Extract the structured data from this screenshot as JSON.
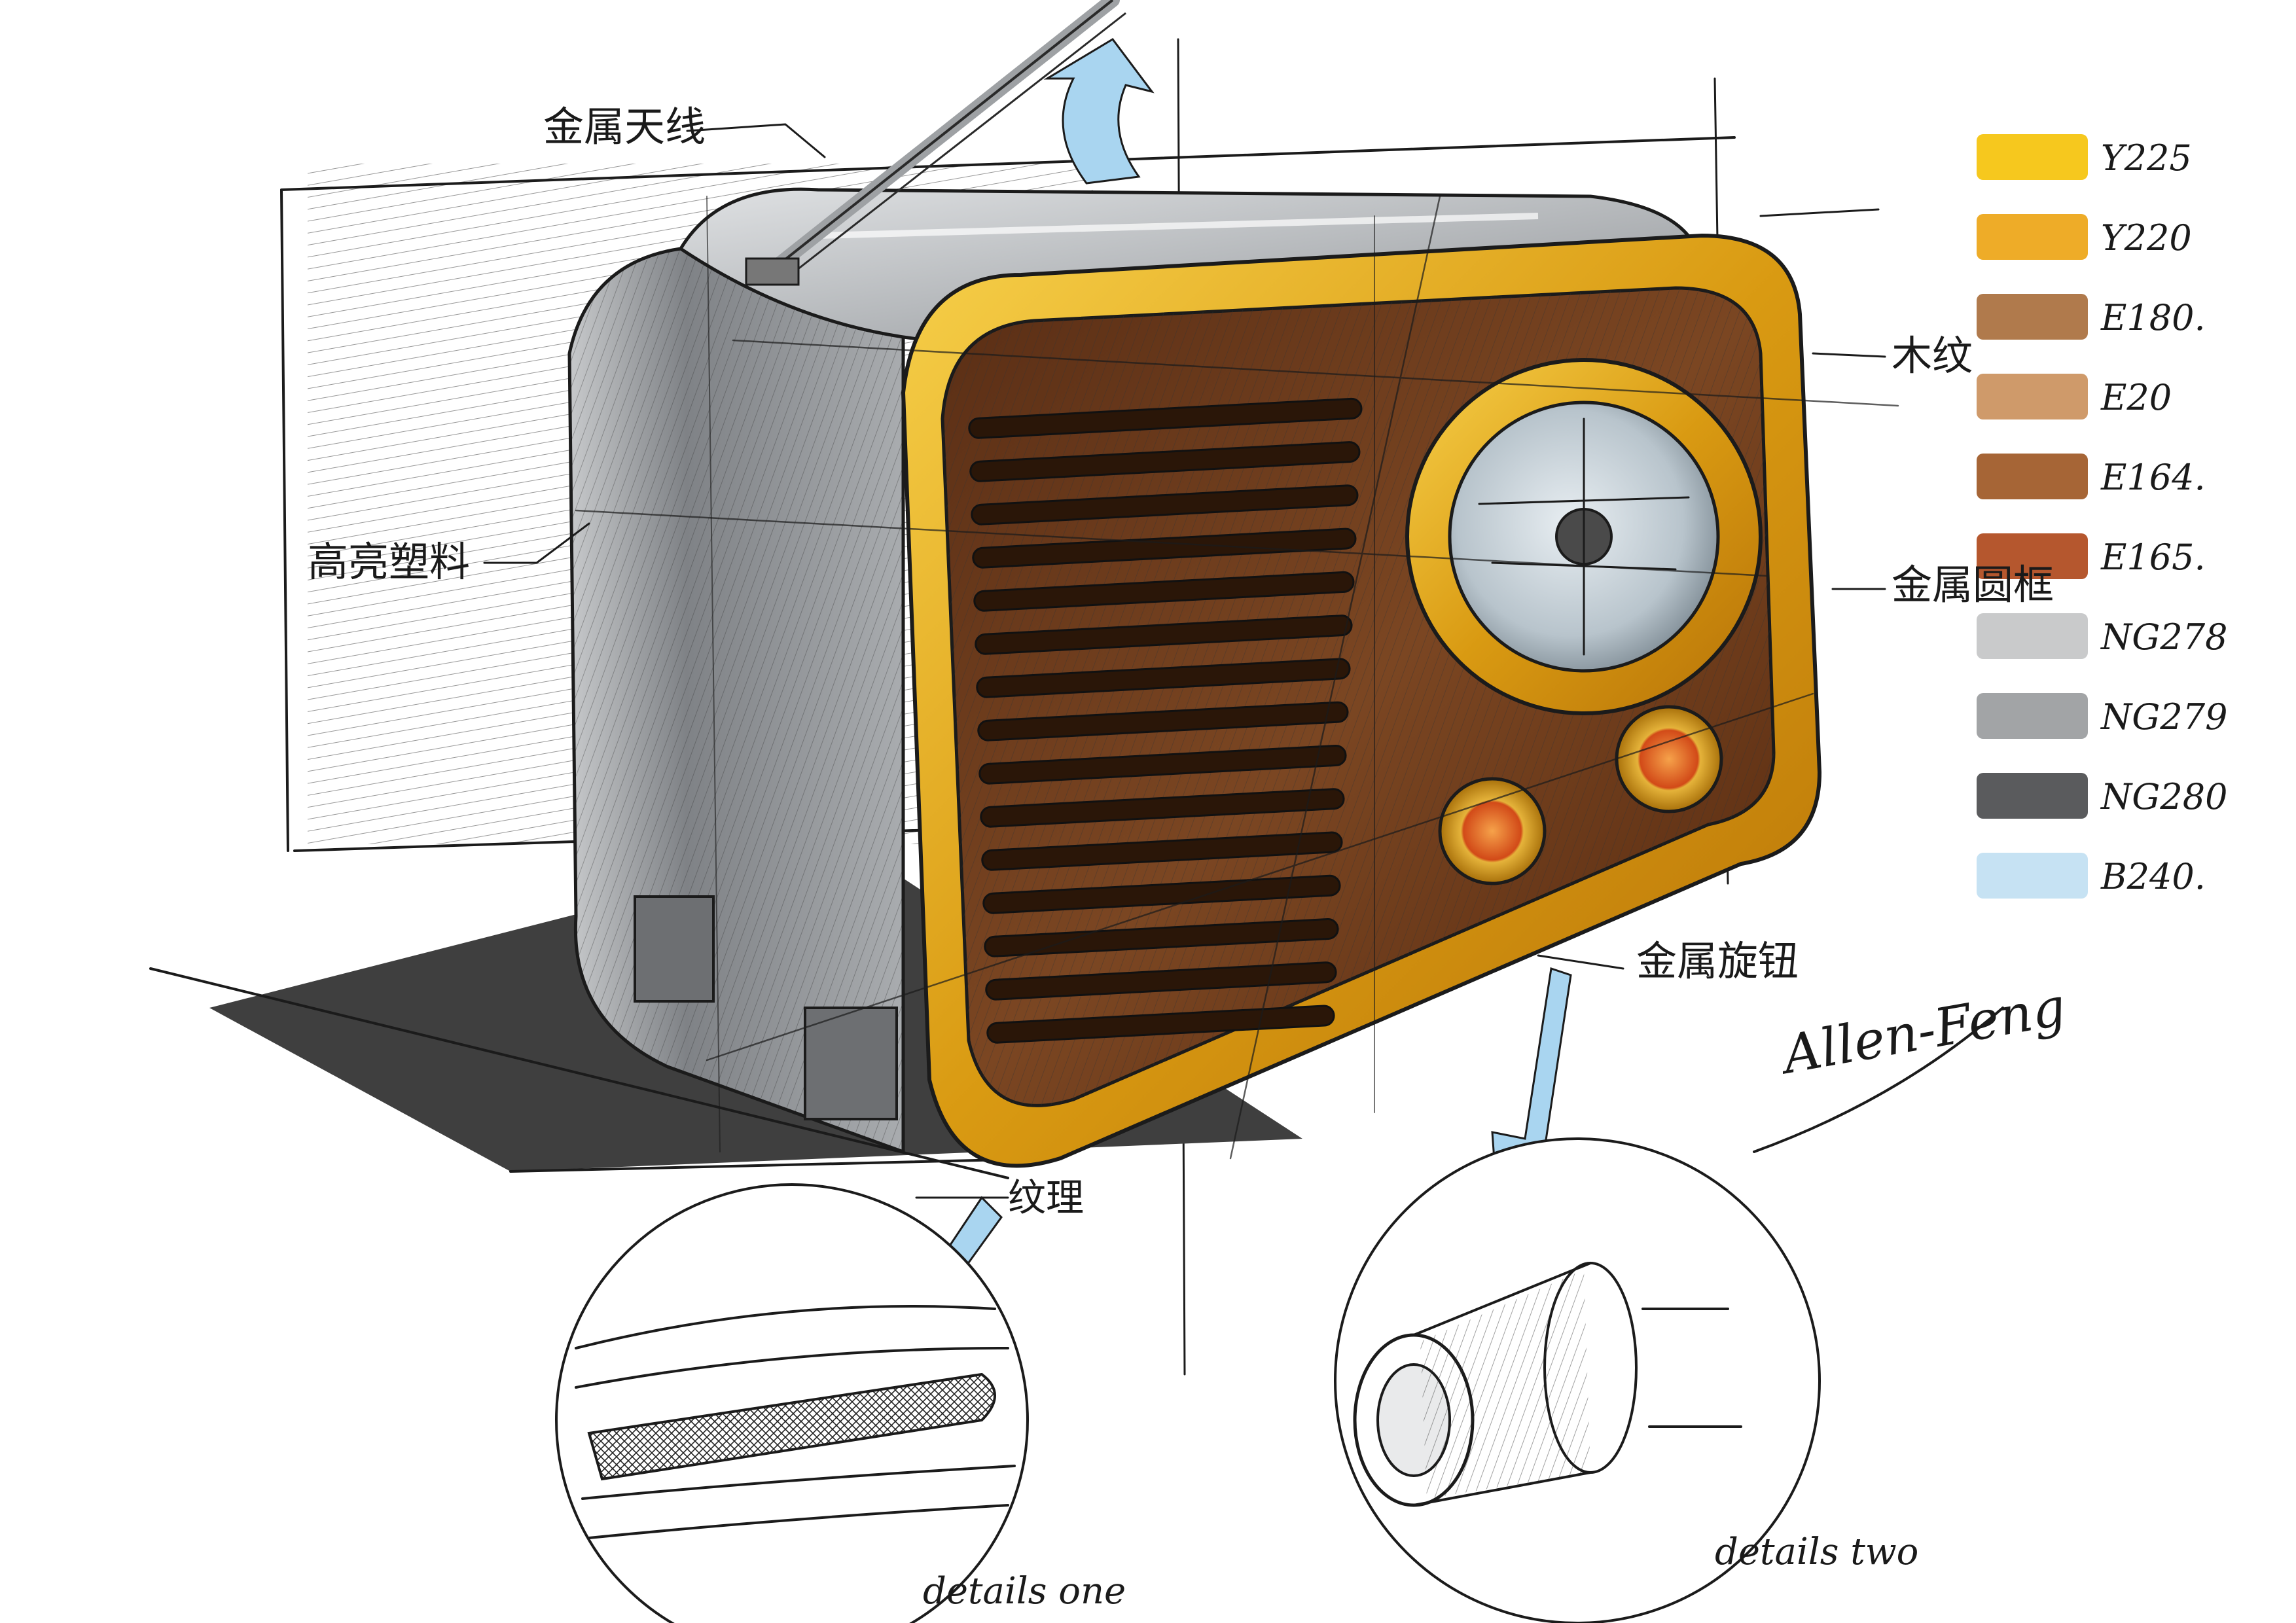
{
  "annotations": {
    "antenna": "金属天线",
    "body": "高亮塑料",
    "wood_panel": "木纹",
    "metal_ring": "金属圆框",
    "metal_knob": "金属旋钮",
    "texture": "纹理"
  },
  "swatches": [
    {
      "code": "Y225",
      "color": "#f6c81e"
    },
    {
      "code": "Y220",
      "color": "#eeac28"
    },
    {
      "code": "E180.",
      "color": "#b07a4c"
    },
    {
      "code": "E20",
      "color": "#cf9a6a"
    },
    {
      "code": "E164.",
      "color": "#a66536"
    },
    {
      "code": "E165.",
      "color": "#b5572e"
    },
    {
      "code": "NG278",
      "color": "#c9cacb"
    },
    {
      "code": "NG279",
      "color": "#a2a4a6"
    },
    {
      "code": "NG280",
      "color": "#5a5b5d"
    },
    {
      "code": "B240.",
      "color": "#c6e2f3"
    }
  ],
  "details": {
    "detail_one": "details one",
    "detail_two": "details two"
  },
  "signature": "Allen-Feng",
  "colors": {
    "wood": "#6b3b1e",
    "gold": "#e0a51a",
    "body_gray": "#8d9094",
    "shadow": "#3b3b3b",
    "arrow_blue": "#a9d5f0"
  }
}
